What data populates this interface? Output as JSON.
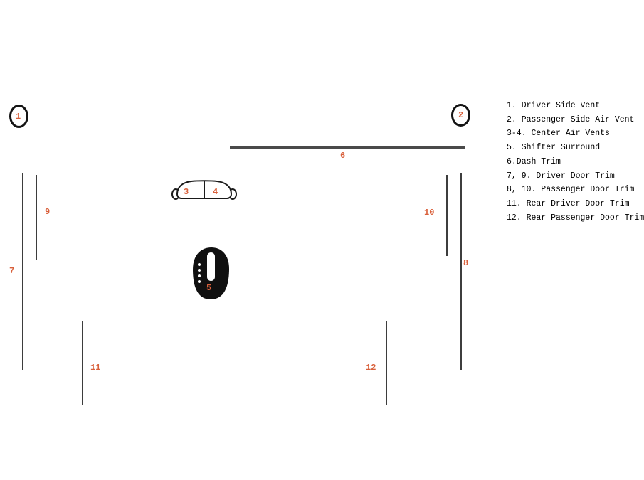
{
  "colors": {
    "marker_number": "#d9603b",
    "trim_line": "#3d3d3d",
    "shape_outline": "#141414",
    "shifter_fill": "#101010",
    "legend_text": "#000000",
    "background": "#ffffff"
  },
  "diagram": {
    "markers": {
      "1": "1",
      "2": "2",
      "3": "3",
      "4": "4",
      "5": "5",
      "6": "6",
      "7": "7",
      "8": "8",
      "9": "9",
      "10": "10",
      "11": "11",
      "12": "12"
    }
  },
  "legend": {
    "items": [
      "1. Driver Side Vent",
      "2. Passenger Side Air Vent",
      "3-4. Center Air Vents",
      "5. Shifter Surround",
      "6.Dash Trim",
      "7, 9. Driver Door Trim",
      "8, 10. Passenger Door Trim",
      "11. Rear Driver Door Trim",
      "12. Rear Passenger Door Trim"
    ]
  }
}
